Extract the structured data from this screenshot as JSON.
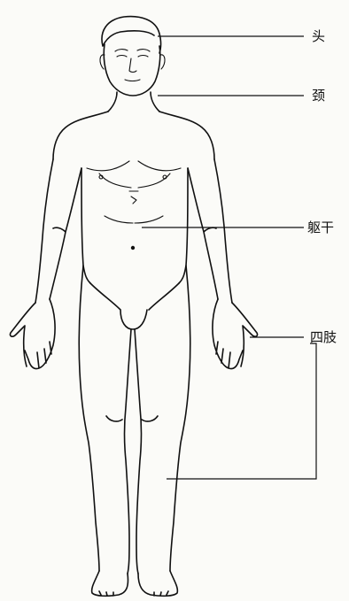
{
  "labels": {
    "head": "头",
    "neck": "颈",
    "trunk": "躯干",
    "limbs": "四肢"
  }
}
